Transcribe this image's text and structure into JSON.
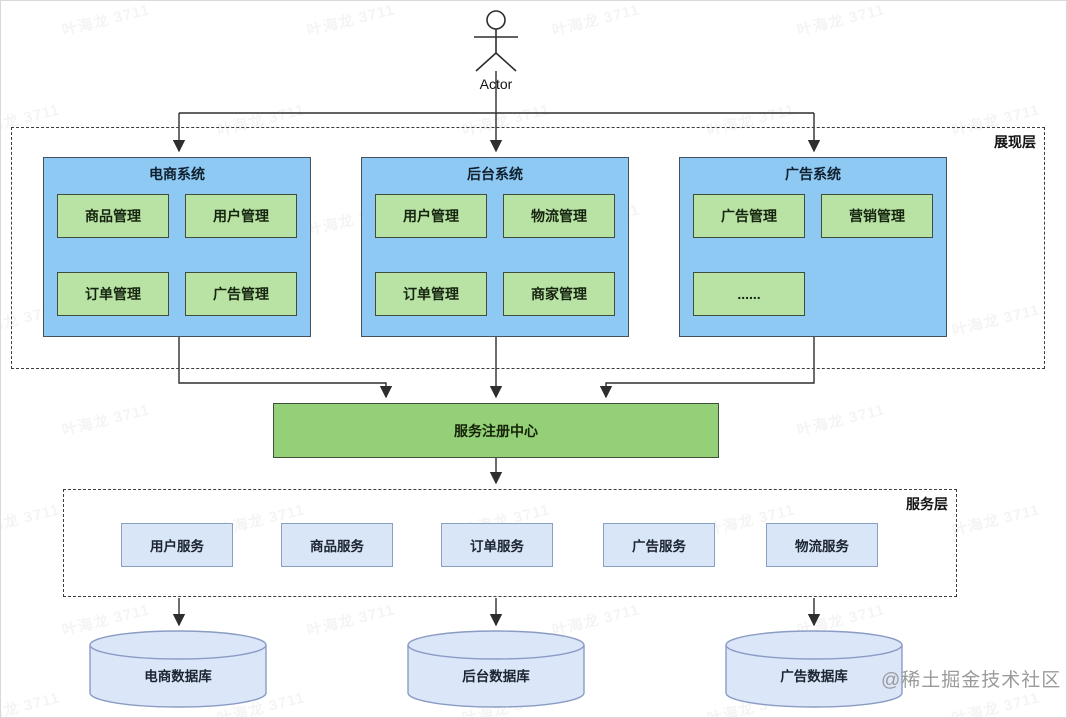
{
  "watermark": {
    "text": "叶海龙 3711"
  },
  "credit": "@稀土掘金技术社区",
  "actor": {
    "label": "Actor"
  },
  "presentation_layer": {
    "label": "展现层",
    "systems": [
      {
        "title": "电商系统",
        "modules": [
          "商品管理",
          "用户管理",
          "订单管理",
          "广告管理"
        ]
      },
      {
        "title": "后台系统",
        "modules": [
          "用户管理",
          "物流管理",
          "订单管理",
          "商家管理"
        ]
      },
      {
        "title": "广告系统",
        "modules": [
          "广告管理",
          "营销管理",
          "......"
        ]
      }
    ]
  },
  "registry": {
    "label": "服务注册中心"
  },
  "service_layer": {
    "label": "服务层",
    "services": [
      "用户服务",
      "商品服务",
      "订单服务",
      "广告服务",
      "物流服务"
    ]
  },
  "databases": [
    "电商数据库",
    "后台数据库",
    "广告数据库"
  ],
  "colors": {
    "system_fill": "#8ec9f3",
    "module_fill": "#b9e2a5",
    "registry_fill": "#94d077",
    "service_fill": "#d9e6f8",
    "database_fill": "#dce6f9",
    "connector": "#2e2e2e"
  }
}
